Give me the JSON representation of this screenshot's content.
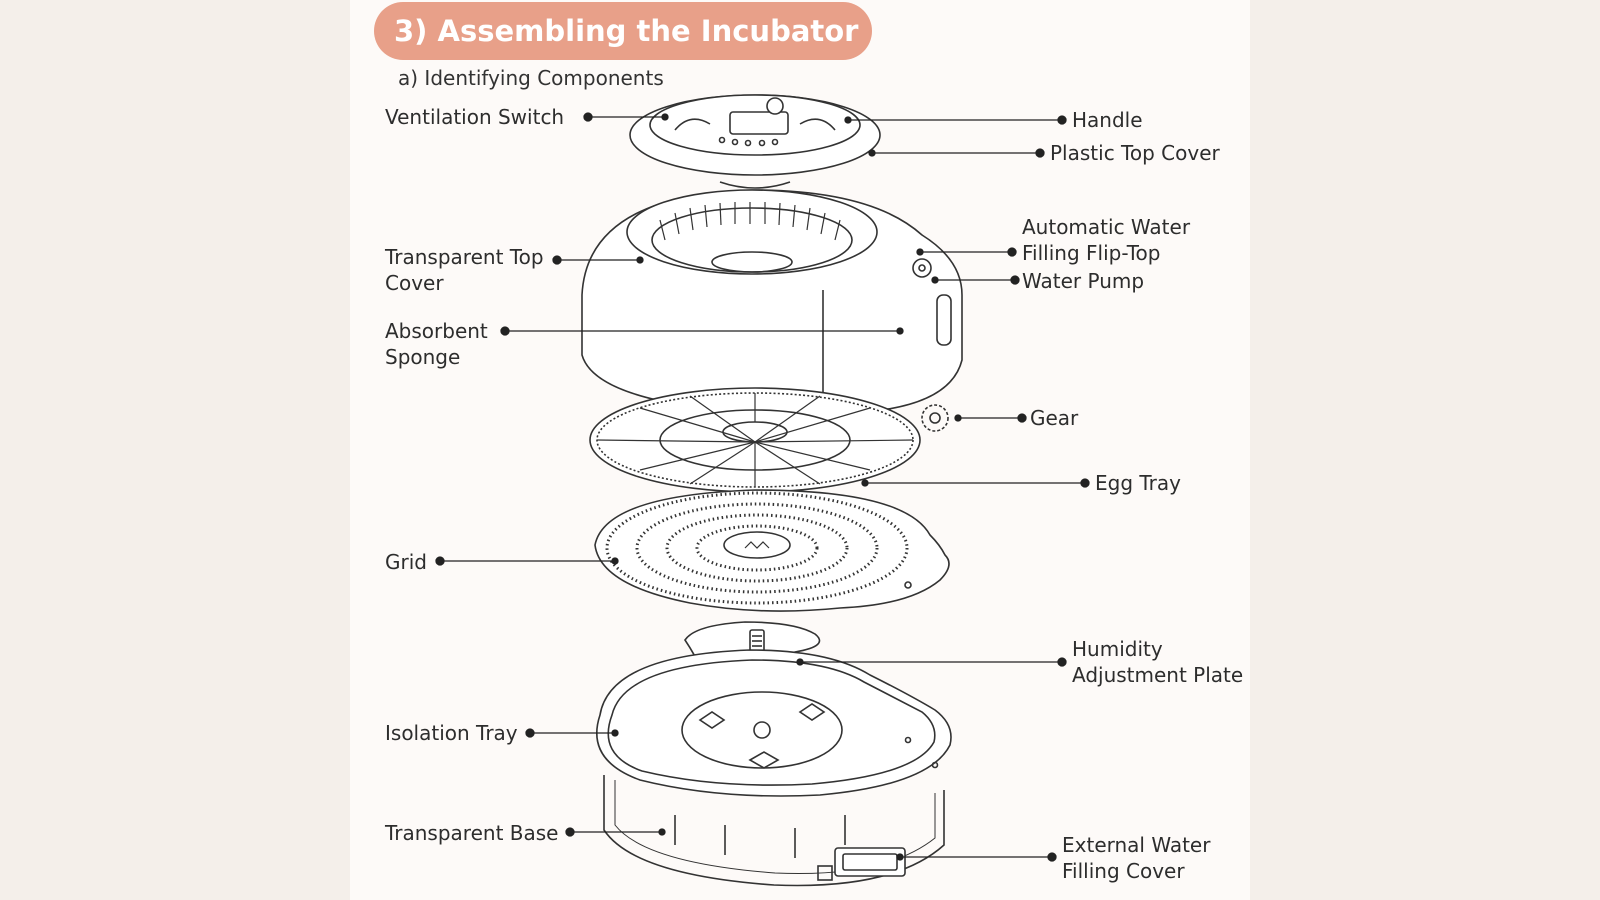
{
  "title": "3) Assembling the Incubator",
  "subtitle": "a) Identifying Components",
  "components": {
    "ventilation_switch": "Ventilation Switch",
    "handle": "Handle",
    "plastic_top_cover": "Plastic Top Cover",
    "transparent_top_cover_l1": "Transparent Top",
    "transparent_top_cover_l2": "Cover",
    "auto_water_l1": "Automatic Water",
    "auto_water_l2": "Filling Flip-Top",
    "water_pump": "Water Pump",
    "absorbent_sponge_l1": "Absorbent",
    "absorbent_sponge_l2": "Sponge",
    "gear": "Gear",
    "egg_tray": "Egg Tray",
    "grid": "Grid",
    "humidity_plate_l1": "Humidity",
    "humidity_plate_l2": "Adjustment Plate",
    "isolation_tray": "Isolation Tray",
    "transparent_base": "Transparent Base",
    "external_water_l1": "External Water",
    "external_water_l2": "Filling Cover"
  },
  "colors": {
    "title_bg": "#e8a089",
    "page_bg": "#fdfaf8",
    "outer_bg": "#f4efea",
    "line": "#2b2b2b"
  }
}
